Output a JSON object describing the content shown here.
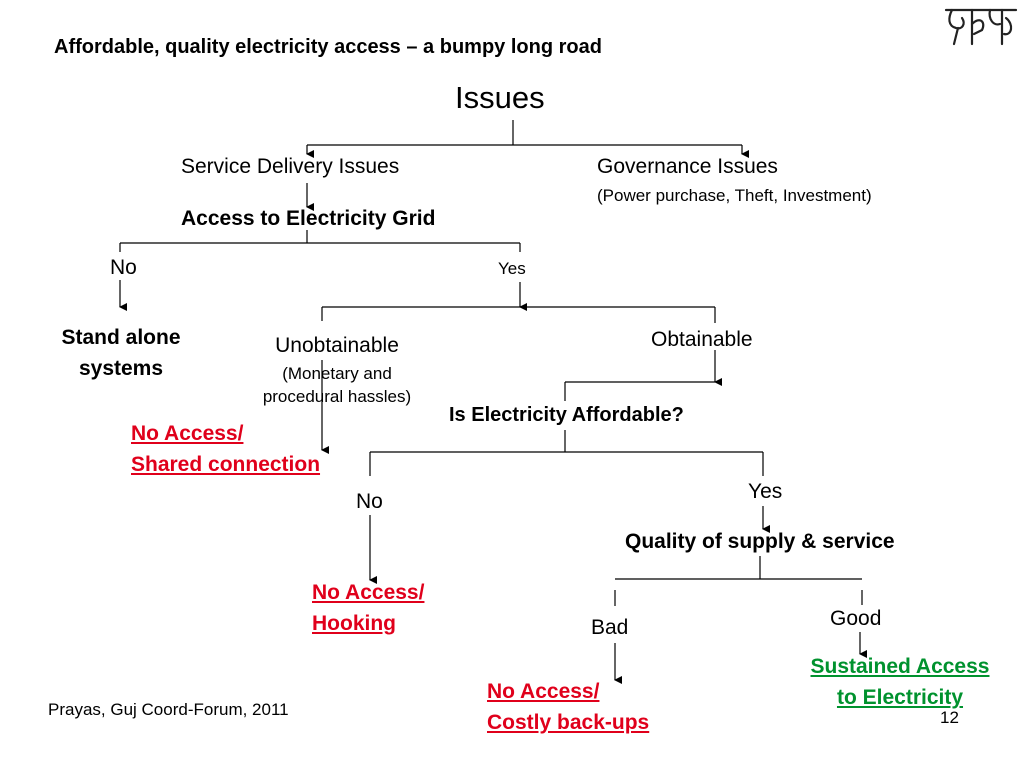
{
  "title": "Affordable, quality electricity access – a bumpy long road",
  "logo_text": "प्रयास",
  "nodes": {
    "issues": "Issues",
    "service_delivery": "Service Delivery Issues",
    "governance": "Governance Issues",
    "governance_note": "(Power purchase, Theft, Investment)",
    "access_grid": "Access to Electricity Grid",
    "no1": "No",
    "yes1": "Yes",
    "stand_alone_1": "Stand alone",
    "stand_alone_2": "systems",
    "unobtainable": "Unobtainable",
    "unobtainable_note_1": "(Monetary and",
    "unobtainable_note_2": "procedural hassles)",
    "obtainable": "Obtainable",
    "no_access_shared_1": "No Access/",
    "no_access_shared_2": "Shared connection",
    "affordable_q": "Is Electricity Affordable?",
    "no2": "No",
    "yes2": "Yes",
    "quality": "Quality of supply & service",
    "no_access_hooking_1": "No Access/",
    "no_access_hooking_2": "Hooking",
    "bad": "Bad",
    "good": "Good",
    "no_access_costly_1": "No Access/",
    "no_access_costly_2": "Costly back-ups",
    "sustained_1": "Sustained Access",
    "sustained_2": "to Electricity"
  },
  "footer": "Prayas, Guj Coord-Forum, 2011",
  "page_number": "12",
  "colors": {
    "negative": "#e0001b",
    "positive": "#00922e",
    "text": "#000000"
  }
}
